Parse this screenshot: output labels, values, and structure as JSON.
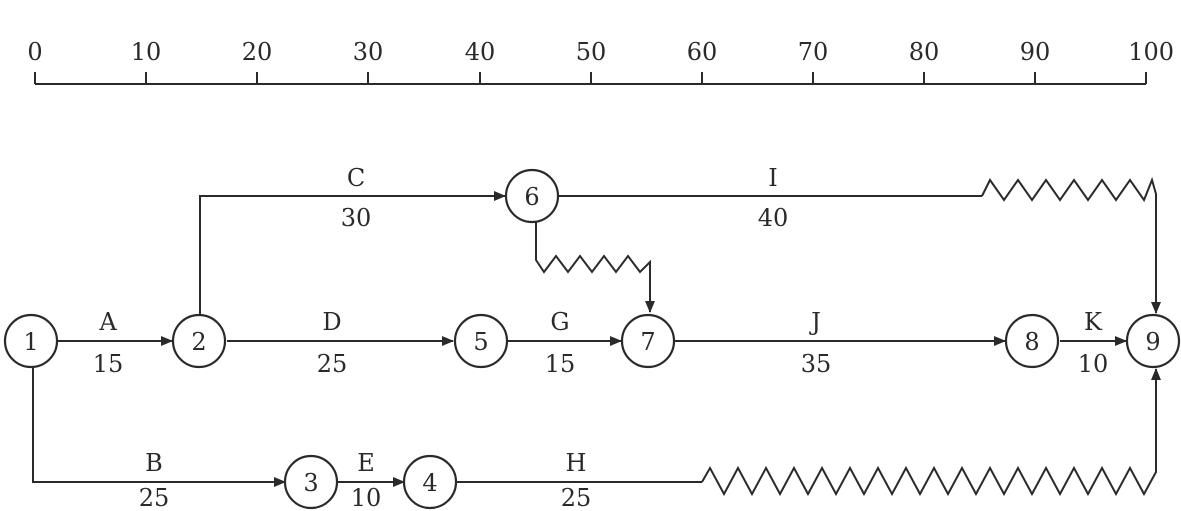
{
  "scale": {
    "ticks": [
      "0",
      "10",
      "20",
      "30",
      "40",
      "50",
      "60",
      "70",
      "80",
      "90",
      "100"
    ]
  },
  "nodes": [
    {
      "id": "1",
      "label": "1"
    },
    {
      "id": "2",
      "label": "2"
    },
    {
      "id": "3",
      "label": "3"
    },
    {
      "id": "4",
      "label": "4"
    },
    {
      "id": "5",
      "label": "5"
    },
    {
      "id": "6",
      "label": "6"
    },
    {
      "id": "7",
      "label": "7"
    },
    {
      "id": "8",
      "label": "8"
    },
    {
      "id": "9",
      "label": "9"
    }
  ],
  "activities": [
    {
      "name": "A",
      "duration": "15",
      "from": "1",
      "to": "2"
    },
    {
      "name": "B",
      "duration": "25",
      "from": "1",
      "to": "3"
    },
    {
      "name": "C",
      "duration": "30",
      "from": "2",
      "to": "6"
    },
    {
      "name": "D",
      "duration": "25",
      "from": "2",
      "to": "5"
    },
    {
      "name": "E",
      "duration": "10",
      "from": "3",
      "to": "4"
    },
    {
      "name": "G",
      "duration": "15",
      "from": "5",
      "to": "7"
    },
    {
      "name": "H",
      "duration": "25",
      "from": "4",
      "to": "9"
    },
    {
      "name": "I",
      "duration": "40",
      "from": "6",
      "to": "9"
    },
    {
      "name": "J",
      "duration": "35",
      "from": "7",
      "to": "8"
    },
    {
      "name": "K",
      "duration": "10",
      "from": "8",
      "to": "9"
    }
  ]
}
